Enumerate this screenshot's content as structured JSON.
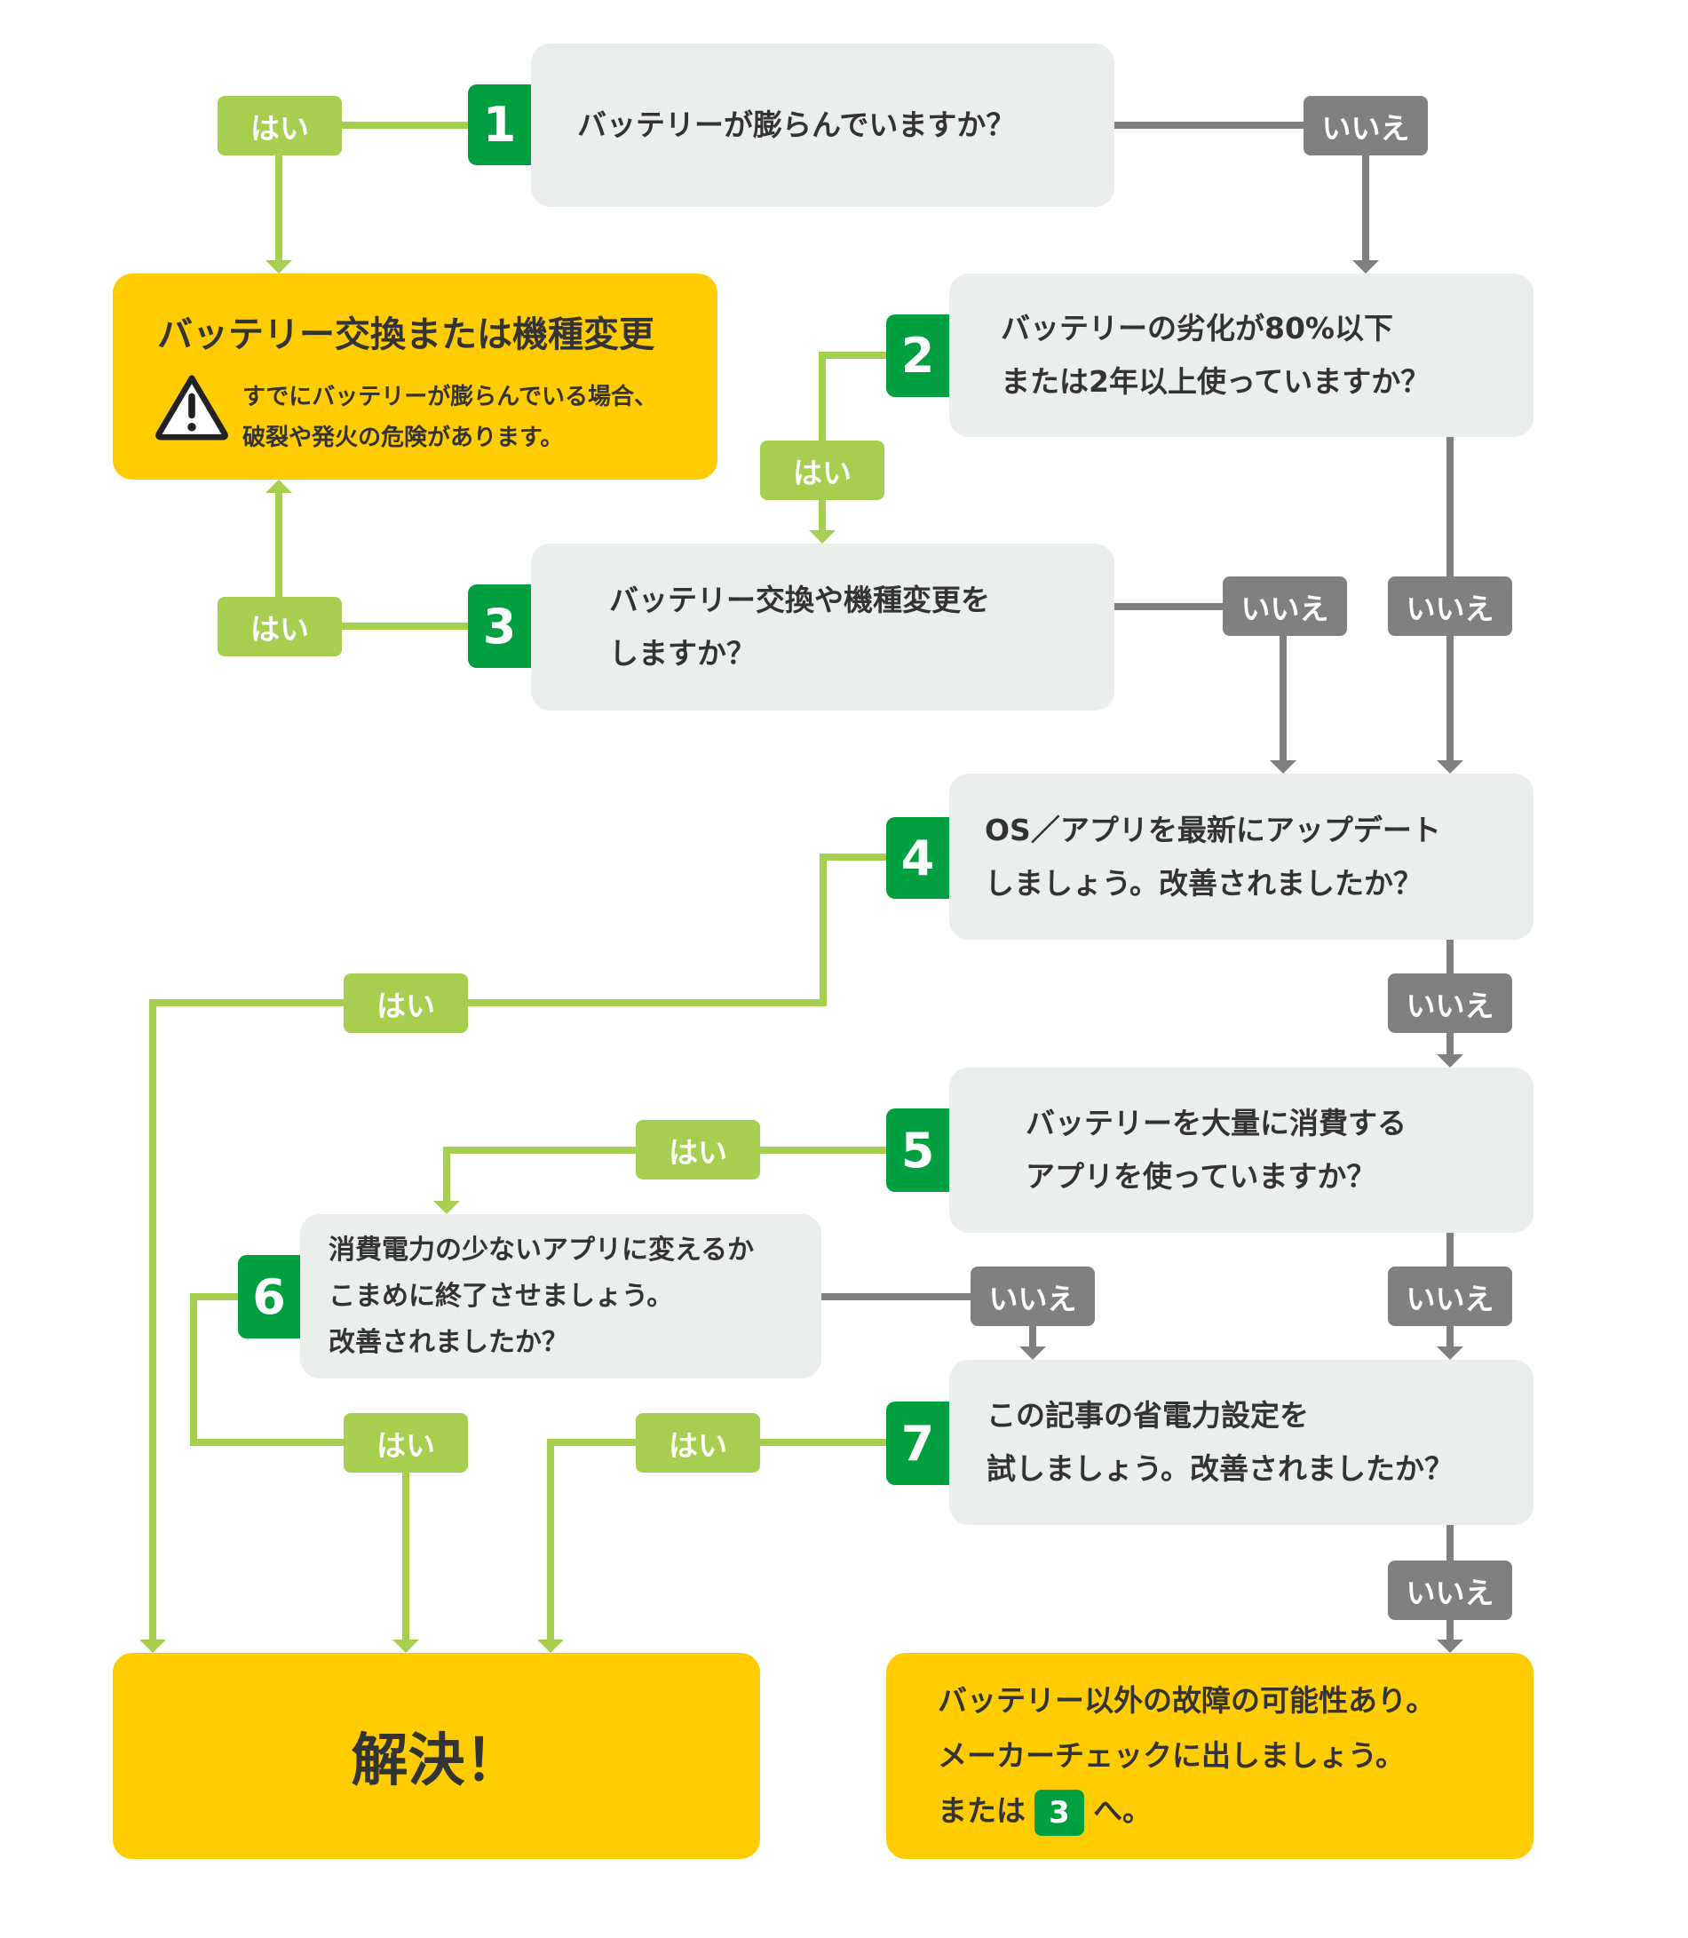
{
  "colors": {
    "badge_green": "#00a040",
    "yes_green": "#a6cf50",
    "no_gray": "#808080",
    "result_yellow": "#ffcc00",
    "question_bg": "#ebefec",
    "text": "#333333"
  },
  "labels": {
    "yes": "はい",
    "no": "いいえ"
  },
  "questions": [
    {
      "number": "1",
      "lines": [
        "バッテリーが膨らんでいますか？"
      ]
    },
    {
      "number": "2",
      "lines": [
        "バッテリーの劣化が80%以下",
        "または2年以上使っていますか？"
      ]
    },
    {
      "number": "3",
      "lines": [
        "バッテリー交換や機種変更を",
        "しますか？"
      ]
    },
    {
      "number": "4",
      "lines": [
        "OS／アプリを最新にアップデート",
        "しましょう。改善されましたか？"
      ]
    },
    {
      "number": "5",
      "lines": [
        "バッテリーを大量に消費する",
        "アプリを使っていますか？"
      ]
    },
    {
      "number": "6",
      "lines": [
        "消費電力の少ないアプリに変えるか",
        "こまめに終了させましょう。",
        "改善されましたか？"
      ]
    },
    {
      "number": "7",
      "lines": [
        "この記事の省電力設定を",
        "試しましょう。改善されましたか？"
      ]
    }
  ],
  "results": {
    "replace": {
      "title": "バッテリー交換または機種変更",
      "warning_icon": "warning-triangle-icon",
      "warning_lines": [
        "すでにバッテリーが膨らんでいる場合、",
        "破裂や発火の危険があります。"
      ]
    },
    "solved": {
      "title": "解決！"
    },
    "other_fault": {
      "lines": [
        "バッテリー以外の故障の可能性あり。",
        "メーカーチェックに出しましょう。"
      ],
      "last_prefix": "または",
      "last_badge": "3",
      "last_suffix": "へ。"
    }
  }
}
